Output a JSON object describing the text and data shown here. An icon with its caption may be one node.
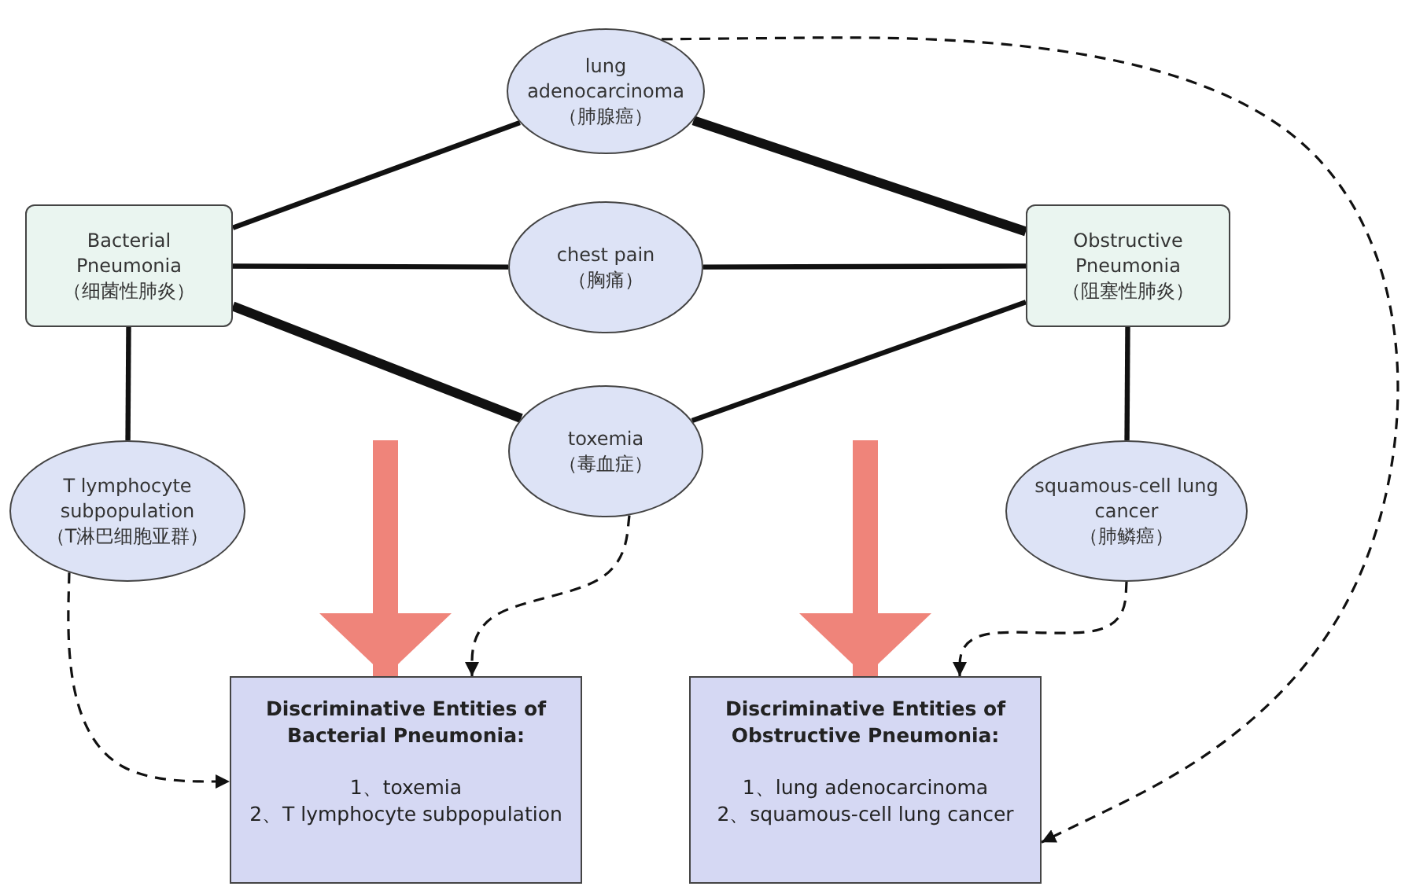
{
  "diagram": {
    "nodes": [
      {
        "text": [
          "lung adenocarcinoma",
          "（肺腺癌）"
        ]
      },
      {
        "text": [
          "Bacterial Pneumonia",
          "（细菌性肺炎）"
        ]
      },
      {
        "text": [
          "chest pain",
          "（胸痛）"
        ]
      },
      {
        "text": [
          "Obstructive Pneumonia",
          "（阻塞性肺炎）"
        ]
      },
      {
        "text": [
          "toxemia",
          "（毒血症）"
        ]
      },
      {
        "text": [
          "T lymphocyte subpopulation",
          "（T淋巴细胞亚群）"
        ]
      },
      {
        "text": [
          "squamous-cell lung cancer",
          "（肺鳞癌）"
        ]
      },
      {
        "text": [
          "Discriminative Entities of Bacterial Pneumonia:",
          "1、toxemia",
          "2、T lymphocyte subpopulation"
        ]
      },
      {
        "text": [
          "Discriminative Entities of Obstructive Pneumonia:",
          "1、lung adenocarcinoma",
          "2、squamous-cell lung cancer"
        ]
      }
    ],
    "edges": [
      {
        "from": 0,
        "to": 1,
        "arrow": "none"
      },
      {
        "from": 0,
        "to": 3,
        "arrow": "none",
        "style": "thick"
      },
      {
        "from": 1,
        "to": 2,
        "arrow": "none"
      },
      {
        "from": 2,
        "to": 3,
        "arrow": "none"
      },
      {
        "from": 1,
        "to": 4,
        "arrow": "none",
        "style": "thick"
      },
      {
        "from": 4,
        "to": 3,
        "arrow": "none"
      },
      {
        "from": 1,
        "to": 5,
        "arrow": "none"
      },
      {
        "from": 3,
        "to": 6,
        "arrow": "none"
      },
      {
        "from": 5,
        "to": 7,
        "arrow": "to",
        "style": "dashed"
      },
      {
        "from": 4,
        "to": 7,
        "arrow": "to",
        "style": "dashed"
      },
      {
        "from": 6,
        "to": 8,
        "arrow": "to",
        "style": "dashed"
      },
      {
        "from": 0,
        "to": 8,
        "arrow": "to",
        "style": "dashed"
      },
      {
        "from": null,
        "to": 7,
        "arrow": "to",
        "style": "thick",
        "color": "#ef847a"
      },
      {
        "from": null,
        "to": 8,
        "arrow": "to",
        "style": "thick",
        "color": "#ef847a"
      }
    ]
  }
}
